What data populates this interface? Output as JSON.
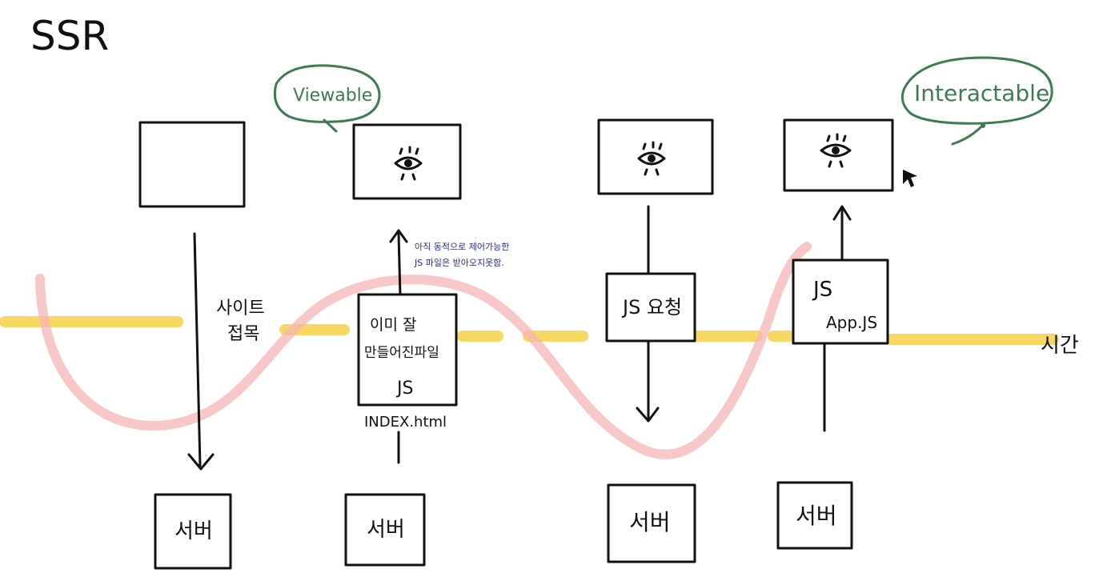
{
  "title": "SSR",
  "bubbles": {
    "viewable": "Viewable",
    "interactable": "Interactable"
  },
  "labels": {
    "site_line1": "사이트",
    "site_line2": "접목",
    "time": "시간",
    "index_file": "INDEX.html"
  },
  "note": {
    "line1": "아직 동적으로 제어가능한",
    "line2": "JS 파일은 받아오지못함."
  },
  "middle_boxes": {
    "prebuilt_line1": "이미 잘",
    "prebuilt_line2": "만들어진파일",
    "prebuilt_js": "JS",
    "js_request": "JS 요청",
    "js_app_line1": "JS",
    "js_app_line2": "App.JS"
  },
  "servers": [
    "서버",
    "서버",
    "서버",
    "서버"
  ],
  "colors": {
    "highlight": "#f8d65a",
    "wave": "#f7b4b4",
    "bubble_green": "#3e7b52",
    "note_blue": "#2a2f8a",
    "ink": "#111111"
  },
  "icons": [
    "eye-icon",
    "eye-icon",
    "eye-icon",
    "cursor-icon"
  ]
}
